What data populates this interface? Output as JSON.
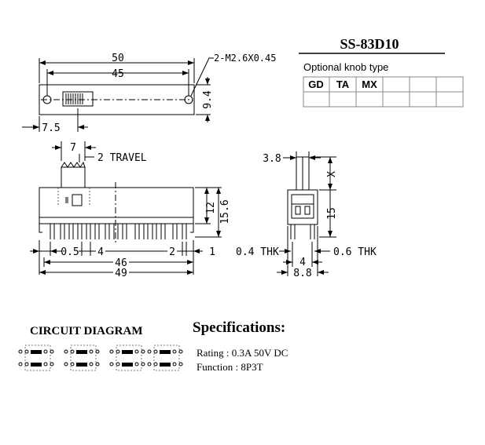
{
  "part_number": "SS-83D10",
  "knob": {
    "caption": "Optional knob type",
    "cells": [
      "GD",
      "TA",
      "MX",
      "",
      "",
      ""
    ]
  },
  "top_view": {
    "dim_overall": "50",
    "dim_holes": "45",
    "dim_mount": "2-M2.6X0.45",
    "dim_height": "9.4",
    "dim_offset": "7.5"
  },
  "front_view": {
    "dim_actuator": "7",
    "dim_travel": "2 TRAVEL",
    "dim_body": "12",
    "dim_total": "15.6",
    "dim_p1": "0.5",
    "dim_p2": "4",
    "dim_p3": "2",
    "dim_p4": "1",
    "dim_46": "46",
    "dim_49": "49"
  },
  "side_view": {
    "dim_act": "3.8",
    "dim_x": "X",
    "dim_15": "15",
    "dim_thk_left": "0.4 THK",
    "dim_thk_right": "0.6 THK",
    "dim_4": "4",
    "dim_88": "8.8"
  },
  "circuit_title": "CIRCUIT DIAGRAM",
  "specs": {
    "title": "Specifications:",
    "rating": "Rating : 0.3A 50V DC",
    "function": "Function : 8P3T"
  }
}
